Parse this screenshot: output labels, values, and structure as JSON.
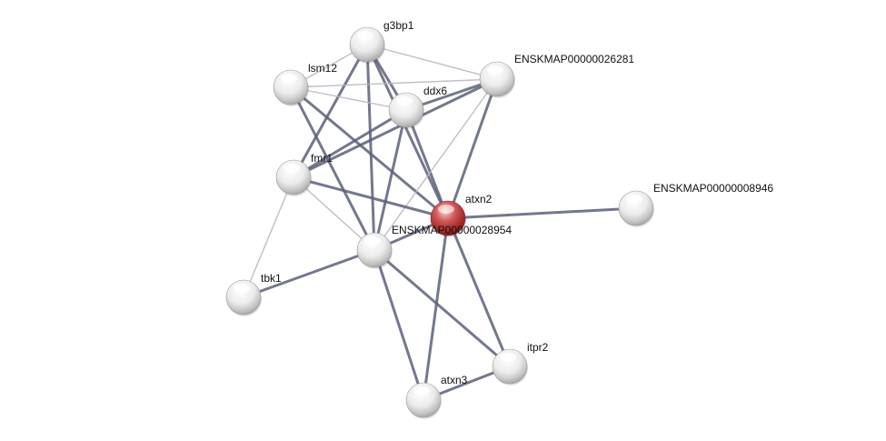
{
  "network": {
    "query_color": "#c0392b",
    "node_color": "#e6e6e6",
    "edge_color": "#5b6079",
    "nodes": [
      {
        "id": "g3bp1",
        "label": "g3bp1",
        "query": false
      },
      {
        "id": "lsm12",
        "label": "lsm12",
        "query": false
      },
      {
        "id": "ENSKMAP00000026281",
        "label": "ENSKMAP00000026281",
        "query": false
      },
      {
        "id": "ddx6",
        "label": "ddx6",
        "query": false
      },
      {
        "id": "fmr1",
        "label": "fmr1",
        "query": false
      },
      {
        "id": "atxn2",
        "label": "atxn2",
        "query": true
      },
      {
        "id": "ENSKMAP00000008946",
        "label": "ENSKMAP00000008946",
        "query": false
      },
      {
        "id": "ENSKMAP00000028954",
        "label": "ENSKMAP00000028954",
        "query": false
      },
      {
        "id": "tbk1",
        "label": "tbk1",
        "query": false
      },
      {
        "id": "itpr2",
        "label": "itpr2",
        "query": false
      },
      {
        "id": "atxn3",
        "label": "atxn3",
        "query": false
      }
    ],
    "edges": [
      {
        "source": "g3bp1",
        "target": "lsm12",
        "strength": "weak"
      },
      {
        "source": "g3bp1",
        "target": "ENSKMAP00000026281",
        "strength": "weak"
      },
      {
        "source": "g3bp1",
        "target": "ddx6",
        "strength": "strong"
      },
      {
        "source": "g3bp1",
        "target": "fmr1",
        "strength": "strong"
      },
      {
        "source": "g3bp1",
        "target": "atxn2",
        "strength": "strong"
      },
      {
        "source": "g3bp1",
        "target": "ENSKMAP00000028954",
        "strength": "strong"
      },
      {
        "source": "lsm12",
        "target": "ddx6",
        "strength": "weak"
      },
      {
        "source": "lsm12",
        "target": "ENSKMAP00000026281",
        "strength": "weak"
      },
      {
        "source": "lsm12",
        "target": "atxn2",
        "strength": "strong"
      },
      {
        "source": "lsm12",
        "target": "ENSKMAP00000028954",
        "strength": "strong"
      },
      {
        "source": "ddx6",
        "target": "ENSKMAP00000026281",
        "strength": "strong"
      },
      {
        "source": "ddx6",
        "target": "fmr1",
        "strength": "strong"
      },
      {
        "source": "ddx6",
        "target": "atxn2",
        "strength": "strong"
      },
      {
        "source": "ddx6",
        "target": "ENSKMAP00000028954",
        "strength": "strong"
      },
      {
        "source": "ENSKMAP00000026281",
        "target": "fmr1",
        "strength": "strong"
      },
      {
        "source": "ENSKMAP00000026281",
        "target": "atxn2",
        "strength": "strong"
      },
      {
        "source": "ENSKMAP00000026281",
        "target": "ENSKMAP00000028954",
        "strength": "weak"
      },
      {
        "source": "fmr1",
        "target": "atxn2",
        "strength": "strong"
      },
      {
        "source": "fmr1",
        "target": "ENSKMAP00000028954",
        "strength": "weak"
      },
      {
        "source": "fmr1",
        "target": "tbk1",
        "strength": "weak"
      },
      {
        "source": "atxn2",
        "target": "ENSKMAP00000008946",
        "strength": "strong"
      },
      {
        "source": "atxn2",
        "target": "ENSKMAP00000028954",
        "strength": "strong"
      },
      {
        "source": "atxn2",
        "target": "itpr2",
        "strength": "strong"
      },
      {
        "source": "atxn2",
        "target": "atxn3",
        "strength": "strong"
      },
      {
        "source": "ENSKMAP00000028954",
        "target": "tbk1",
        "strength": "strong"
      },
      {
        "source": "ENSKMAP00000028954",
        "target": "itpr2",
        "strength": "strong"
      },
      {
        "source": "ENSKMAP00000028954",
        "target": "atxn3",
        "strength": "strong"
      },
      {
        "source": "itpr2",
        "target": "atxn3",
        "strength": "strong"
      }
    ]
  }
}
